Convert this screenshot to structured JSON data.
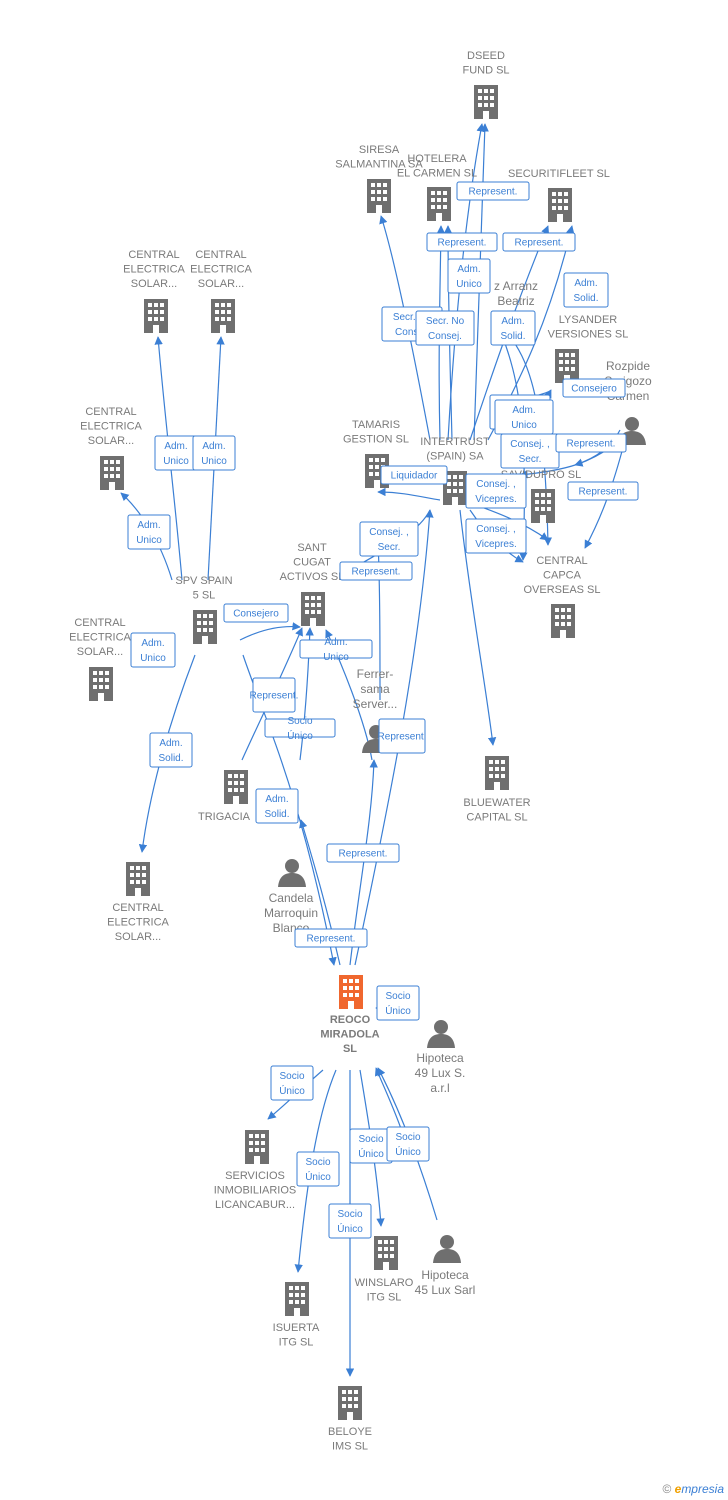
{
  "colors": {
    "building": "#6f6f6f",
    "focus": "#f0672e",
    "person": "#6f6f6f",
    "edge": "#3b7fd4"
  },
  "nodes": [
    {
      "id": "dseed",
      "kind": "company",
      "lines": [
        "DSEED",
        "FUND  SL"
      ]
    },
    {
      "id": "siresa",
      "kind": "company",
      "lines": [
        "SIRESA",
        "SALMANTINA SA"
      ]
    },
    {
      "id": "hotelera",
      "kind": "company",
      "lines": [
        "HOTELERA",
        "EL CARMEN SL"
      ]
    },
    {
      "id": "securitifleet",
      "kind": "company",
      "lines": [
        "SECURITIFLEET SL"
      ]
    },
    {
      "id": "ce1",
      "kind": "company",
      "lines": [
        "CENTRAL",
        "ELECTRICA",
        "SOLAR..."
      ]
    },
    {
      "id": "ce2",
      "kind": "company",
      "lines": [
        "CENTRAL",
        "ELECTRICA",
        "SOLAR..."
      ]
    },
    {
      "id": "arranz",
      "kind": "person",
      "lines": [
        "z Arranz",
        "Beatriz"
      ]
    },
    {
      "id": "lysander",
      "kind": "company",
      "lines": [
        "LYSANDER",
        "VERSIONES SL"
      ]
    },
    {
      "id": "rozpide",
      "kind": "person",
      "lines": [
        "Rozpide",
        "Sarigozo",
        "Carmen"
      ]
    },
    {
      "id": "ce3",
      "kind": "company",
      "lines": [
        "CENTRAL",
        "ELECTRICA",
        "SOLAR..."
      ]
    },
    {
      "id": "tamaris",
      "kind": "company",
      "lines": [
        "TAMARIS",
        "GESTION SL"
      ]
    },
    {
      "id": "intertrust",
      "kind": "company",
      "lines": [
        "INTERTRUST",
        "(SPAIN) SA"
      ]
    },
    {
      "id": "savidupro",
      "kind": "company",
      "lines": [
        "SAVIDUPRO SL"
      ]
    },
    {
      "id": "capca",
      "kind": "company",
      "lines": [
        "CENTRAL",
        "CAPCA",
        "OVERSEAS SL"
      ]
    },
    {
      "id": "spv",
      "kind": "company",
      "lines": [
        "SPV SPAIN",
        "5  SL"
      ]
    },
    {
      "id": "santcugat",
      "kind": "company",
      "lines": [
        "SANT",
        "CUGAT",
        "ACTIVOS  SL"
      ]
    },
    {
      "id": "ce4",
      "kind": "company",
      "lines": [
        "CENTRAL",
        "ELECTRICA",
        "SOLAR..."
      ]
    },
    {
      "id": "ferrer",
      "kind": "person",
      "lines": [
        "Ferrer-",
        "sama",
        "Server..."
      ]
    },
    {
      "id": "bluewater",
      "kind": "company",
      "lines": [
        "BLUEWATER",
        "CAPITAL SL"
      ]
    },
    {
      "id": "trigacia",
      "kind": "company",
      "lines": [
        "TRIGACIA"
      ]
    },
    {
      "id": "candela",
      "kind": "person",
      "lines": [
        "Candela",
        "Marroquin",
        "Blanco"
      ]
    },
    {
      "id": "ce5",
      "kind": "company",
      "lines": [
        "CENTRAL",
        "ELECTRICA",
        "SOLAR..."
      ]
    },
    {
      "id": "reoco",
      "kind": "focus",
      "lines": [
        "REOCO",
        "MIRADOLA",
        "SL"
      ]
    },
    {
      "id": "hipoteca49",
      "kind": "person",
      "lines": [
        "Hipoteca",
        "49 Lux S.",
        "a.r.l"
      ]
    },
    {
      "id": "servicios",
      "kind": "company",
      "lines": [
        "SERVICIOS",
        "INMOBILIARIOS",
        "LICANCABUR..."
      ]
    },
    {
      "id": "winslaro",
      "kind": "company",
      "lines": [
        "WINSLARO",
        "ITG  SL"
      ]
    },
    {
      "id": "hipoteca45",
      "kind": "person",
      "lines": [
        "Hipoteca",
        "45 Lux Sarl"
      ]
    },
    {
      "id": "isuerta",
      "kind": "company",
      "lines": [
        "ISUERTA",
        "ITG  SL"
      ]
    },
    {
      "id": "beloye",
      "kind": "company",
      "lines": [
        "BELOYE",
        "IMS  SL"
      ]
    }
  ],
  "relations": [
    {
      "id": "r1",
      "lines": [
        "Represent."
      ]
    },
    {
      "id": "r2",
      "lines": [
        "Represent."
      ]
    },
    {
      "id": "r3",
      "lines": [
        "Represent."
      ]
    },
    {
      "id": "r4",
      "lines": [
        "Adm.",
        "Unico"
      ]
    },
    {
      "id": "r5",
      "lines": [
        "Adm.",
        "Solid."
      ]
    },
    {
      "id": "r6",
      "lines": [
        "Secr.  No",
        "Consej."
      ]
    },
    {
      "id": "r7",
      "lines": [
        "Secr.  No",
        "Consej."
      ]
    },
    {
      "id": "r8",
      "lines": [
        "Adm.",
        "Solid."
      ]
    },
    {
      "id": "r9",
      "lines": [
        "Consejero"
      ]
    },
    {
      "id": "r10",
      "lines": [
        "Consej. ,",
        "Secr."
      ]
    },
    {
      "id": "r11",
      "lines": [
        "Consej. ,",
        "Secr."
      ]
    },
    {
      "id": "r12",
      "lines": [
        "Represent."
      ]
    },
    {
      "id": "r13",
      "lines": [
        "Represent."
      ]
    },
    {
      "id": "r14",
      "lines": [
        "Liquidador"
      ]
    },
    {
      "id": "r15",
      "lines": [
        "Consej. ,",
        "Vicepres."
      ]
    },
    {
      "id": "r16",
      "lines": [
        "Consej. ,",
        "Vicepres."
      ]
    },
    {
      "id": "r17",
      "lines": [
        "Adm.",
        "Unico"
      ]
    },
    {
      "id": "r18",
      "lines": [
        "Adm.",
        "Unico"
      ]
    },
    {
      "id": "r19",
      "lines": [
        "Adm.",
        "Unico"
      ]
    },
    {
      "id": "r20",
      "lines": [
        "Consej. ,",
        "Secr."
      ]
    },
    {
      "id": "r21",
      "lines": [
        "Represent."
      ]
    },
    {
      "id": "r22",
      "lines": [
        "Consejero"
      ]
    },
    {
      "id": "r23",
      "lines": [
        "Adm.",
        "Unico"
      ]
    },
    {
      "id": "r24",
      "lines": [
        "Adm.",
        "Unico"
      ]
    },
    {
      "id": "r25",
      "lines": [
        "Represent."
      ]
    },
    {
      "id": "r26",
      "lines": [
        "Socio",
        "Único"
      ]
    },
    {
      "id": "r27",
      "lines": [
        "Represent."
      ]
    },
    {
      "id": "r28",
      "lines": [
        "Adm.",
        "Solid."
      ]
    },
    {
      "id": "r29",
      "lines": [
        "Adm.",
        "Unico"
      ]
    },
    {
      "id": "r30",
      "lines": [
        "Adm.",
        "Solid."
      ]
    },
    {
      "id": "r31",
      "lines": [
        "Represent."
      ]
    },
    {
      "id": "r32",
      "lines": [
        "Represent."
      ]
    },
    {
      "id": "r33",
      "lines": [
        "Socio",
        "Único"
      ]
    },
    {
      "id": "r34",
      "lines": [
        "Socio",
        "Único"
      ]
    },
    {
      "id": "r35",
      "lines": [
        "Socio",
        "Único"
      ]
    },
    {
      "id": "r36",
      "lines": [
        "Socio",
        "Único"
      ]
    },
    {
      "id": "r37",
      "lines": [
        "Socio",
        "Único"
      ]
    },
    {
      "id": "r38",
      "lines": [
        "Socio",
        "Único"
      ]
    }
  ],
  "footer": {
    "copyright": "©",
    "brand_initial": "e",
    "brand_rest": "mpresia"
  }
}
